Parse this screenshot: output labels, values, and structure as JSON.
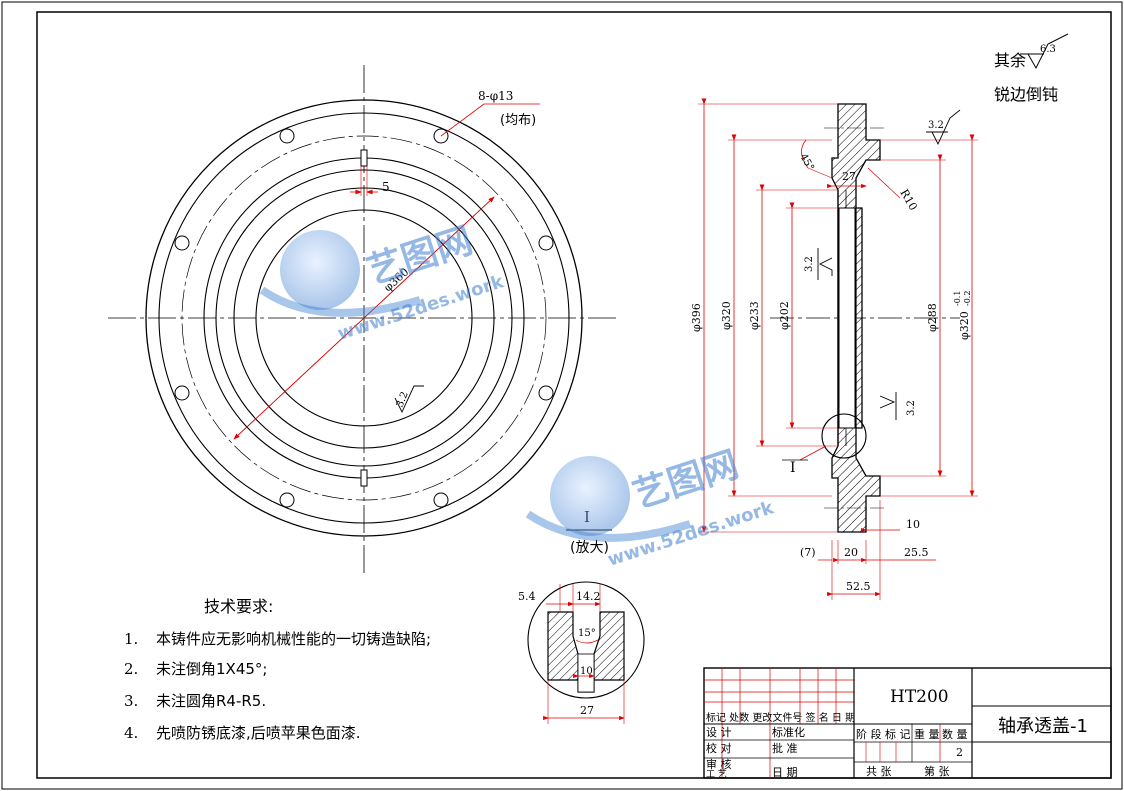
{
  "surface_note": {
    "prefix": "其余",
    "roughness": "6.3",
    "edge_note": "锐边倒钝"
  },
  "front_view": {
    "holes_callout": "8-φ13",
    "holes_note": "(均布)",
    "slot_width": "5",
    "pcd": "φ360",
    "roughness": "3.2"
  },
  "section_view": {
    "od_396": "φ396",
    "d_320": "φ320",
    "d_233": "φ233",
    "d_202": "φ202",
    "d_288": "φ288",
    "d_320_tol": "φ320",
    "tol_upper": "-0.1",
    "tol_lower": "-0.2",
    "angle_45": "45°",
    "dim_27": "27",
    "radius": "R10",
    "rough_top": "3.2",
    "rough_left": "3.2",
    "rough_right": "3.2",
    "detail_marker": "I",
    "dim_10": "10",
    "dim_7": "(7)",
    "dim_20": "20",
    "dim_25_5": "25.5",
    "dim_52_5": "52.5"
  },
  "detail_view": {
    "label": "I",
    "scale_note": "(放大)",
    "dim_5_4": "5.4",
    "dim_14_2": "14.2",
    "angle_15": "15°",
    "dim_10": "10",
    "dim_27": "27"
  },
  "tech_requirements": {
    "title": "技术要求:",
    "items": [
      {
        "num": "1.",
        "text": "本铸件应无影响机械性能的一切铸造缺陷;"
      },
      {
        "num": "2.",
        "text": "未注倒角1X45°;"
      },
      {
        "num": "3.",
        "text": "未注圆角R4-R5."
      },
      {
        "num": "4.",
        "text": "先喷防锈底漆,后喷苹果色面漆."
      }
    ]
  },
  "title_block": {
    "material": "HT200",
    "part_name": "轴承透盖-1",
    "rev_header": "标记 处数 更改文件号 签 名 日 期",
    "design": "设 计",
    "standardize": "标准化",
    "check": "校 对",
    "review": "审 核",
    "approve": "批 准",
    "process": "工 艺",
    "date": "日 期",
    "stage_header": "阶 段 标 记",
    "weight": "重 量",
    "ratio": "数 量",
    "qty": "2",
    "sheets": "共   张",
    "sheet_no": "第   张"
  },
  "watermarks": [
    {
      "brand": "艺图网",
      "url": "www.52des.work"
    },
    {
      "brand": "艺图网",
      "url": "www.52des.work"
    }
  ]
}
